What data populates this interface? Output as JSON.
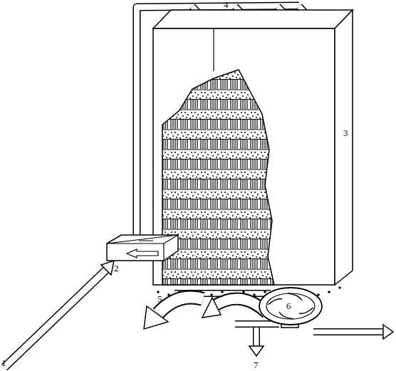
{
  "diagram": {
    "labels": [
      "4",
      "3",
      "5",
      "6",
      "2",
      "7",
      "1"
    ]
  }
}
